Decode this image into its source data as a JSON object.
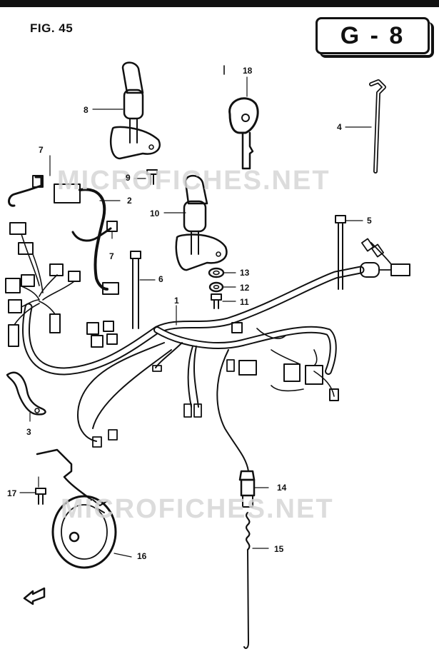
{
  "figure": {
    "title": "FIG. 45",
    "section_code": "G - 8"
  },
  "watermark": "MICROFICHES.NET",
  "callouts": [
    {
      "id": "1",
      "part": "wiring-harness"
    },
    {
      "id": "2",
      "part": "connector-lead"
    },
    {
      "id": "3",
      "part": "bracket"
    },
    {
      "id": "4",
      "part": "cable-tie"
    },
    {
      "id": "5",
      "part": "cable-clamp"
    },
    {
      "id": "6",
      "part": "band"
    },
    {
      "id": "7",
      "part": "lead-wire"
    },
    {
      "id": "7",
      "part": "lead-wire"
    },
    {
      "id": "8",
      "part": "ignition-lock"
    },
    {
      "id": "9",
      "part": "screw"
    },
    {
      "id": "10",
      "part": "steering-lock"
    },
    {
      "id": "11",
      "part": "bolt"
    },
    {
      "id": "12",
      "part": "washer"
    },
    {
      "id": "13",
      "part": "washer"
    },
    {
      "id": "14",
      "part": "switch"
    },
    {
      "id": "15",
      "part": "spring"
    },
    {
      "id": "16",
      "part": "horn"
    },
    {
      "id": "17",
      "part": "bolt"
    },
    {
      "id": "18",
      "part": "key"
    }
  ]
}
